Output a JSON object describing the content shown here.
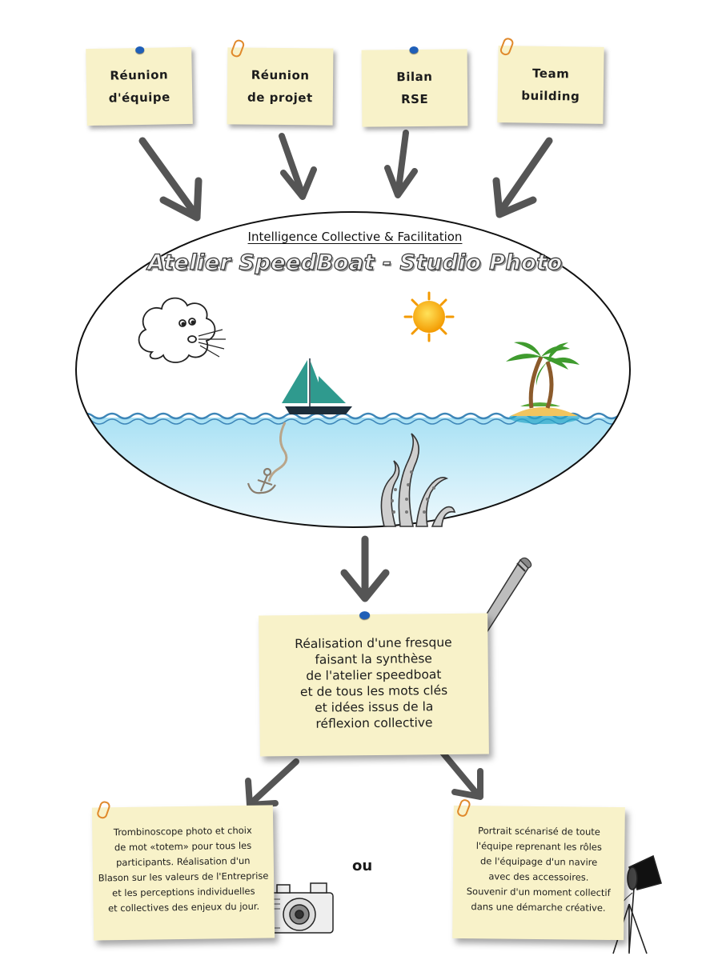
{
  "top_notes": [
    {
      "text": "Réunion\nd'équipe",
      "pin": "blue-pin"
    },
    {
      "text": "Réunion\nde projet",
      "pin": "paper-clip"
    },
    {
      "text": "Bilan\nRSE",
      "pin": "blue-pin"
    },
    {
      "text": "Team\nbuilding",
      "pin": "paper-clip"
    }
  ],
  "ellipse": {
    "subtitle": "Intelligence Collective & Facilitation",
    "title": "Atelier SpeedBoat - Studio Photo",
    "elements": [
      "wind-cloud-icon",
      "sun-icon",
      "sailboat-icon",
      "palm-island-icon",
      "anchor-icon",
      "octopus-tentacles-icon",
      "sea-waves"
    ]
  },
  "center_note": {
    "text": "Réalisation d'une fresque\nfaisant la synthèse\nde l'atelier speedboat\net de tous les mots clés\net idées issus de la\nréflexion collective",
    "decoration": "pencil-icon"
  },
  "bottom_left_note": {
    "text": "Trombinoscope photo et choix\nde mot «totem» pour tous les\nparticipants. Réalisation d'un\nBlason sur les valeurs de l'Entreprise\net les perceptions individuelles\net collectives des enjeux du jour.",
    "decoration": "camera-icon"
  },
  "separator": "ou",
  "bottom_right_note": {
    "text": "Portrait scénarisé de toute\nl'équipe reprenant les rôles\nde l'équipage d'un navire\navec des accessoires.\nSouvenir d'un moment collectif\ndans une démarche créative.",
    "decoration": "studio-light-icon"
  },
  "colors": {
    "note": "#f8f2c9",
    "arrow": "#5a5a5a",
    "sea": "#cdeef9",
    "wave": "#3d86b8",
    "pin": "#1f5fb8",
    "clip": "#e0892b",
    "sail": "#2f9a8e",
    "sun": "#f7b500"
  }
}
